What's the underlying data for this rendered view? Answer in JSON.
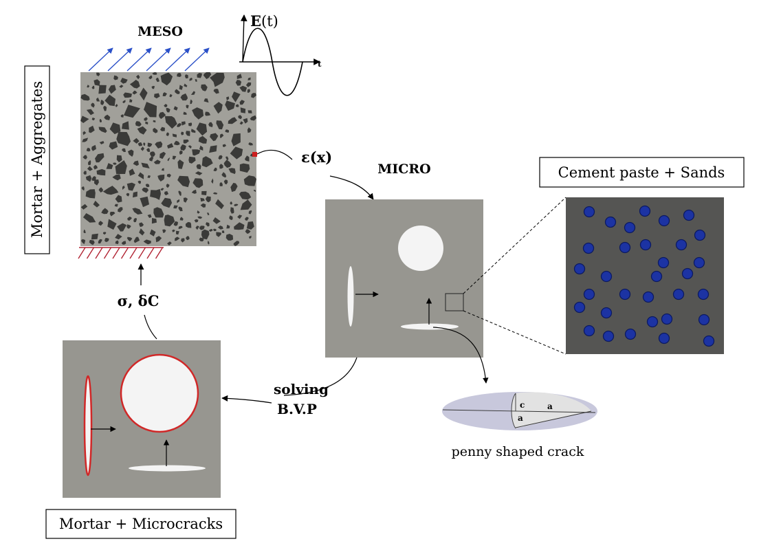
{
  "meso": {
    "title": "MESO",
    "side_label": "Mortar + Aggregates",
    "load_label_main": "E",
    "load_label_arg": "(t)",
    "time_label": "t",
    "colors": {
      "matrix": "#a1a09a",
      "aggregate": "#3a3a38",
      "load_arrows": "#2a50c8",
      "support": "#b02030",
      "probe": "#cc1f1f"
    }
  },
  "strain_label": "ε(x)",
  "micro": {
    "title": "MICRO",
    "colors": {
      "matrix": "#979690",
      "inclusion": "#f4f4f4"
    }
  },
  "sands": {
    "label": "Cement paste + Sands",
    "colors": {
      "paste": "#555553",
      "sand": "#1c33a3"
    }
  },
  "crack": {
    "caption": "penny shaped crack",
    "dim_c": "c",
    "dim_a": "a",
    "dim_a2": "a",
    "colors": {
      "ellipse": "#c8c8dc"
    }
  },
  "solving": {
    "line1": "solving",
    "line2": "B.V.P"
  },
  "homog_label": "σ, δC",
  "microcracks": {
    "label": "Mortar + Microcracks",
    "colors": {
      "matrix": "#979690",
      "crack_outline": "#d02828"
    }
  }
}
